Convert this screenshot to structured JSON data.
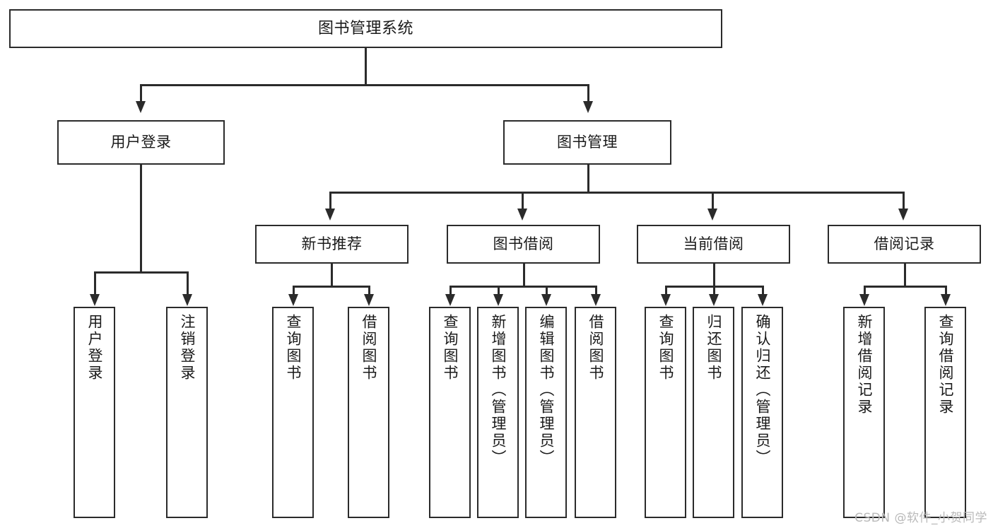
{
  "diagram": {
    "title": "图书管理系统",
    "type": "功能结构图",
    "watermark": "CSDN @软件_小贺同学",
    "colors": {
      "stroke": "#2b2b2b",
      "fill": "#ffffff",
      "text": "#1a1a1a",
      "watermark": "#b9b9b9"
    }
  },
  "nodes": {
    "root": {
      "label": "图书管理系统",
      "orientation": "horizontal"
    },
    "level1": [
      {
        "id": "user-login",
        "label": "用户登录",
        "orientation": "horizontal"
      },
      {
        "id": "book-manage",
        "label": "图书管理",
        "orientation": "horizontal"
      }
    ],
    "level2": [
      {
        "id": "new-book-recommend",
        "label": "新书推荐",
        "orientation": "horizontal"
      },
      {
        "id": "book-borrow",
        "label": "图书借阅",
        "orientation": "horizontal"
      },
      {
        "id": "current-borrow",
        "label": "当前借阅",
        "orientation": "horizontal"
      },
      {
        "id": "borrow-record",
        "label": "借阅记录",
        "orientation": "horizontal"
      }
    ],
    "leaves": {
      "user-login": [
        {
          "id": "leaf-user-login",
          "label": "用户登录",
          "orientation": "vertical"
        },
        {
          "id": "leaf-logout-login",
          "label": "注销登录",
          "orientation": "vertical"
        }
      ],
      "new-book-recommend": [
        {
          "id": "leaf-query-book-1",
          "label": "查询图书",
          "orientation": "vertical"
        },
        {
          "id": "leaf-borrow-book-1",
          "label": "借阅图书",
          "orientation": "vertical"
        }
      ],
      "book-borrow": [
        {
          "id": "leaf-query-book-2",
          "label": "查询图书",
          "orientation": "vertical"
        },
        {
          "id": "leaf-add-book",
          "label": "新增图书（管理员）",
          "orientation": "vertical"
        },
        {
          "id": "leaf-edit-book",
          "label": "编辑图书（管理员）",
          "orientation": "vertical"
        },
        {
          "id": "leaf-borrow-book-2",
          "label": "借阅图书",
          "orientation": "vertical"
        }
      ],
      "current-borrow": [
        {
          "id": "leaf-query-book-3",
          "label": "查询图书",
          "orientation": "vertical"
        },
        {
          "id": "leaf-return-book",
          "label": "归还图书",
          "orientation": "vertical"
        },
        {
          "id": "leaf-confirm-return",
          "label": "确认归还（管理员）",
          "orientation": "vertical"
        }
      ],
      "borrow-record": [
        {
          "id": "leaf-add-record",
          "label": "新增借阅记录",
          "orientation": "vertical"
        },
        {
          "id": "leaf-query-record",
          "label": "查询借阅记录",
          "orientation": "vertical"
        }
      ]
    }
  }
}
